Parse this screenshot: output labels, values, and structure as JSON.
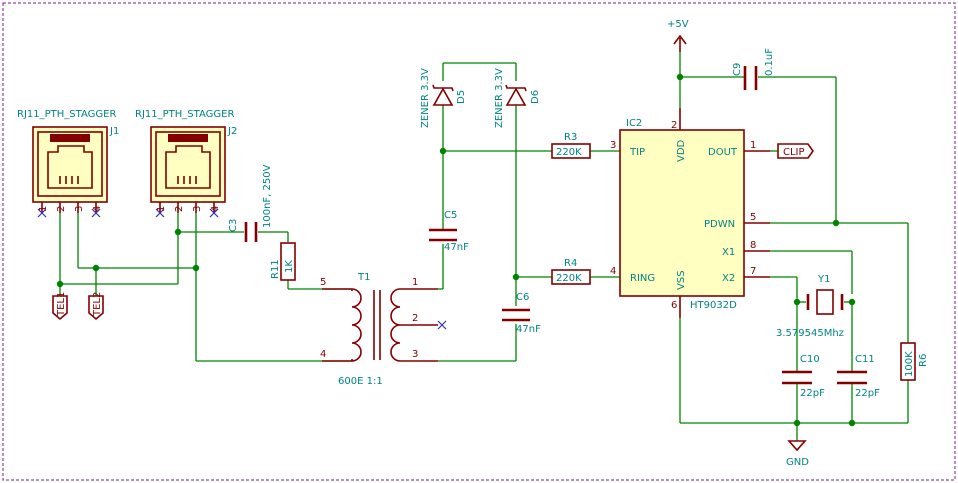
{
  "connectors": [
    {
      "ref": "J1",
      "value": "RJ11_PTH_STAGGER",
      "pins": [
        "1",
        "2",
        "3",
        "4"
      ]
    },
    {
      "ref": "J2",
      "value": "RJ11_PTH_STAGGER",
      "pins": [
        "1",
        "2",
        "3",
        "4"
      ]
    }
  ],
  "labels": {
    "tel1": "TEL1",
    "tel2": "TEL2",
    "clip": "CLIP"
  },
  "power": {
    "vcc": "+5V",
    "gnd": "GND"
  },
  "components": {
    "c3": {
      "ref": "C3",
      "value": "100nF, 250V"
    },
    "r11": {
      "ref": "R11",
      "value": "1K"
    },
    "t1": {
      "ref": "T1",
      "value": "600E 1:1",
      "pins": [
        "5",
        "4",
        "1",
        "2",
        "3"
      ]
    },
    "d5": {
      "ref": "D5",
      "value": "ZENER 3.3V"
    },
    "d6": {
      "ref": "D6",
      "value": "ZENER 3.3V"
    },
    "c5": {
      "ref": "C5",
      "value": "47nF"
    },
    "c6": {
      "ref": "C6",
      "value": "47nF"
    },
    "r3": {
      "ref": "R3",
      "value": "220K"
    },
    "r4": {
      "ref": "R4",
      "value": "220K"
    },
    "c9": {
      "ref": "C9",
      "value": "0.1uF"
    },
    "ic2": {
      "ref": "IC2",
      "value": "HT9032D"
    },
    "y1": {
      "ref": "Y1",
      "value": "3.579545Mhz"
    },
    "c10": {
      "ref": "C10",
      "value": "22pF"
    },
    "c11": {
      "ref": "C11",
      "value": "22pF"
    },
    "r6": {
      "ref": "R6",
      "value": "100K"
    }
  },
  "ic_pins": {
    "tip": {
      "name": "TIP",
      "num": "3"
    },
    "ring": {
      "name": "RING",
      "num": "4"
    },
    "vdd": {
      "name": "VDD",
      "num": "2"
    },
    "vss": {
      "name": "VSS",
      "num": "6"
    },
    "dout": {
      "name": "DOUT",
      "num": "1"
    },
    "pdwn": {
      "name": "PDWN",
      "num": "5"
    },
    "x1": {
      "name": "X1",
      "num": "8"
    },
    "x2": {
      "name": "X2",
      "num": "7"
    }
  }
}
